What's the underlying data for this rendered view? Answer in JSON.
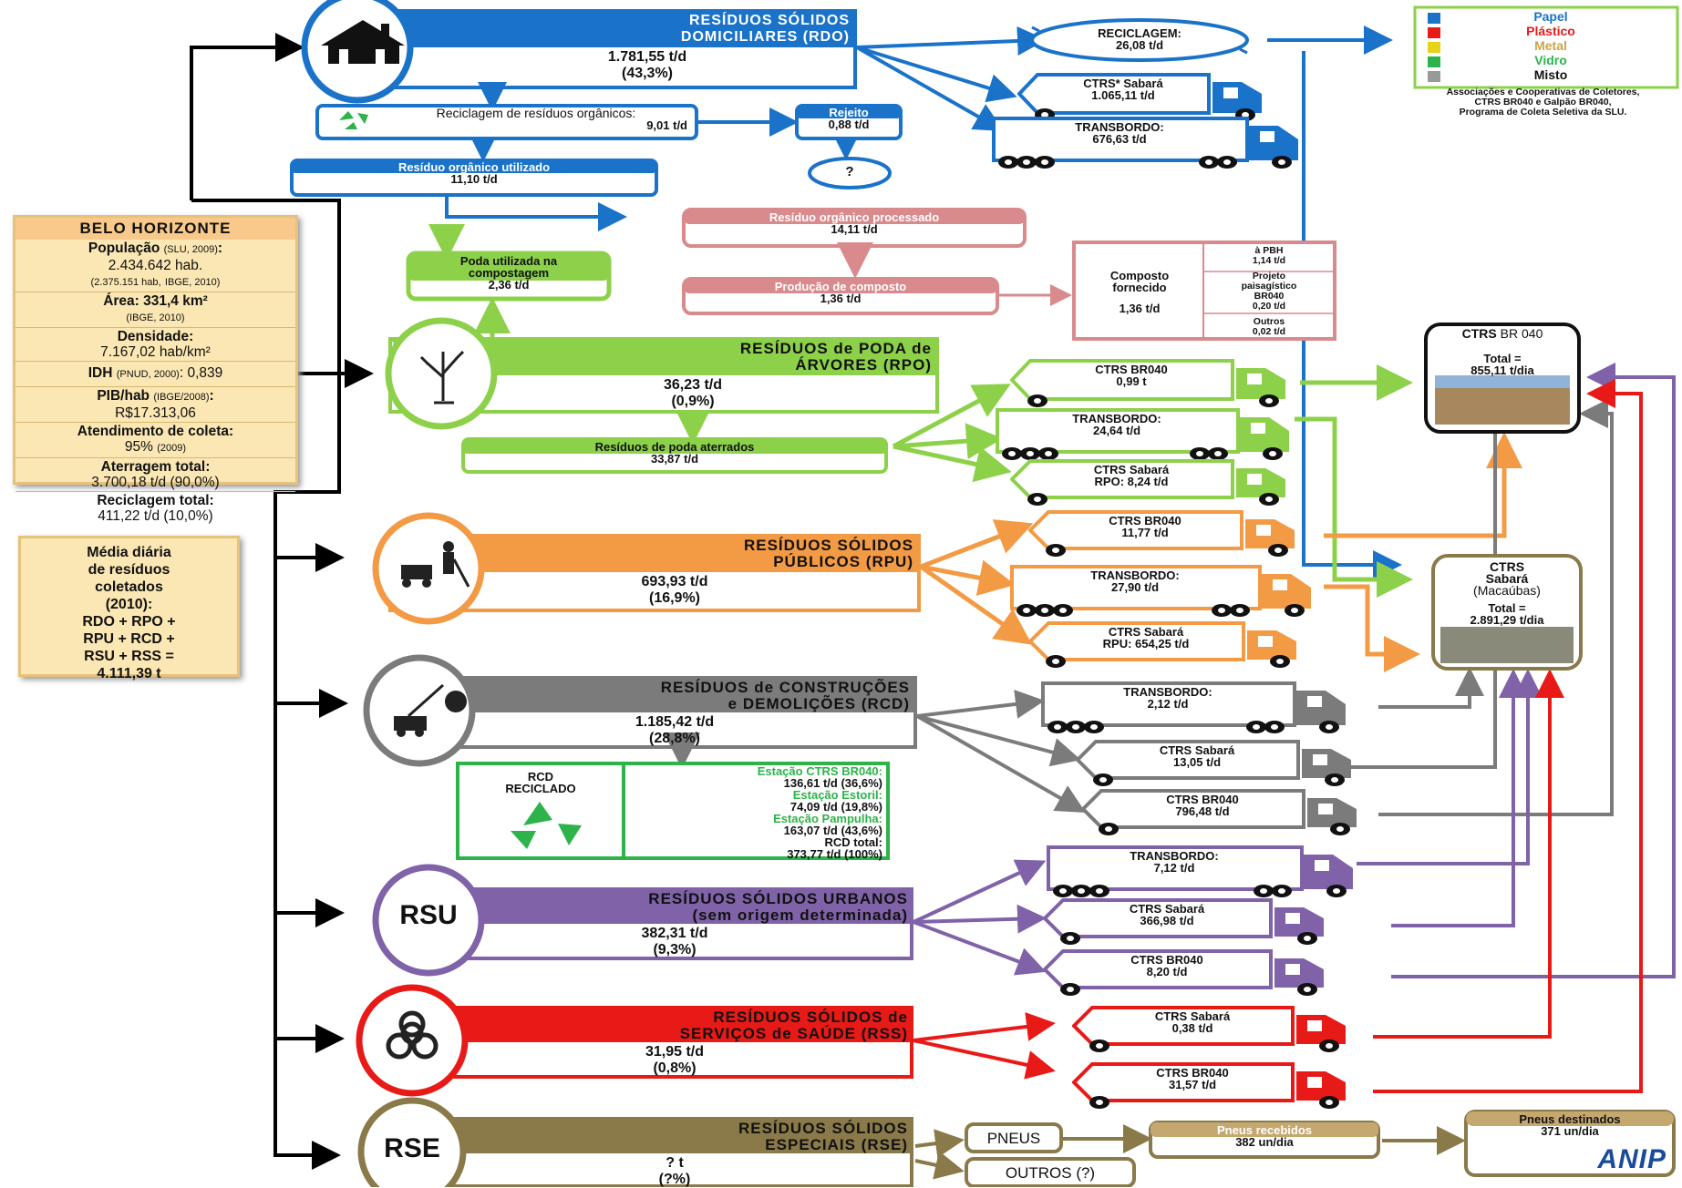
{
  "info": {
    "title": "BELO HORIZONTE",
    "pop_label": "População",
    "pop_src": "(SLU, 2009)",
    "pop_value": "2.434.642 hab.",
    "pop_note": "(2.375.151 hab,",
    "pop_note_src": "IBGE, 2010)",
    "area": "Área: 331,4 km²",
    "area_src": "(IBGE, 2010)",
    "dens_label": "Densidade:",
    "dens_value": "7.167,02 hab/km²",
    "idh_label": "IDH",
    "idh_src": "(PNUD, 2000)",
    "idh_value": ": 0,839",
    "pib_label": "PIB/hab",
    "pib_src": "(IBGE/2008)",
    "pib_value": "R$17.313,06",
    "atend_label": "Atendimento de coleta:",
    "atend_value": "95%",
    "atend_src": "(2009)",
    "aterr_label": "Aterragem total:",
    "aterr_value": "3.700,18 t/d (90,0%)",
    "recic_label": "Reciclagem total:",
    "recic_value": "411,22 t/d (10,0%)"
  },
  "media": {
    "l1": "Média diária",
    "l2": "de resíduos",
    "l3": "coletados",
    "l4": "(2010):",
    "l5": "RDO + RPO +",
    "l6": "RPU + RCD +",
    "l7": "RSU + RSS =",
    "l8": "4.111,39 t"
  },
  "rdo": {
    "t1": "RESÍDUOS SÓLIDOS",
    "t2": "DOMICILIARES (RDO)",
    "v1": "1.781,55 t/d",
    "v2": "(43,3%)"
  },
  "recic_org": {
    "label": "Reciclagem de resíduos orgânicos:",
    "value": "9,01 t/d"
  },
  "rejeito": {
    "label": "Rejeito",
    "value": "0,88 t/d",
    "q": "?"
  },
  "res_org": {
    "label": "Resíduo orgânico utilizado",
    "value": "11,10 t/d"
  },
  "poda_util": {
    "l1": "Poda utilizada na",
    "l2": "compostagem",
    "value": "2,36 t/d"
  },
  "org_proc": {
    "label": "Resíduo orgânico processado",
    "value": "14,11 t/d"
  },
  "prod_comp": {
    "label": "Produção de composto",
    "value": "1,36 t/d"
  },
  "comp_forn": {
    "l1": "Composto",
    "l2": "fornecido",
    "value": "1,36 t/d",
    "a_label": "à PBH",
    "a_value": "1,14 t/d",
    "b_l1": "Projeto",
    "b_l2": "paisagístico",
    "b_l3": "BR040",
    "b_value": "0,20 t/d",
    "c_label": "Outros",
    "c_value": "0,02 t/d"
  },
  "reciclagem": {
    "label": "RECICLAGEM:",
    "value": "26,08 t/d"
  },
  "ctrs_sab_rdo": {
    "label": "CTRS* Sabará",
    "value": "1.065,11 t/d"
  },
  "transb_rdo": {
    "label": "TRANSBORDO:",
    "value": "676,63 t/d"
  },
  "recycle_legend": {
    "papel": "Papel",
    "plastico": "Plástico",
    "metal": "Metal",
    "vidro": "Vidro",
    "misto": "Misto",
    "n1": "Associações e Cooperativas de Coletores,",
    "n2": "CTRS BR040 e Galpão BR040,",
    "n3": "Programa de Coleta Seletiva da SLU."
  },
  "rpo": {
    "t1": "RESÍDUOS de PODA de",
    "t2": "ÁRVORES (RPO)",
    "v1": "36,23 t/d",
    "v2": "(0,9%)"
  },
  "poda_aterr": {
    "label": "Resíduos de poda aterrados",
    "value": "33,87 t/d"
  },
  "rpo_br040": {
    "label": "CTRS BR040",
    "value": "0,99 t"
  },
  "rpo_transb": {
    "label": "TRANSBORDO:",
    "value": "24,64 t/d"
  },
  "rpo_sab": {
    "label": "CTRS Sabará",
    "value": "RPO: 8,24 t/d"
  },
  "ctrs_br040": {
    "title": "CTRS",
    "title2": "BR 040",
    "tl": "Total =",
    "value": "855,11 t/dia"
  },
  "ctrs_sabara": {
    "l1": "CTRS",
    "l2": "Sabará",
    "l3": "(Macaúbas)",
    "tl": "Total =",
    "value": "2.891,29 t/dia"
  },
  "rpu": {
    "t1": "RESÍDUOS SÓLIDOS",
    "t2": "PÚBLICOS (RPU)",
    "v1": "693,93 t/d",
    "v2": "(16,9%)"
  },
  "rpu_br040": {
    "label": "CTRS BR040",
    "value": "11,77 t/d"
  },
  "rpu_transb": {
    "label": "TRANSBORDO:",
    "value": "27,90 t/d"
  },
  "rpu_sab": {
    "label": "CTRS Sabará",
    "value": "RPU: 654,25 t/d"
  },
  "rcd": {
    "t1": "RESÍDUOS de CONSTRUÇÕES",
    "t2": "e DEMOLIÇÕES (RCD)",
    "v1": "1.185,42 t/d",
    "v2": "(28,8%)"
  },
  "rcd_recic": {
    "l1": "RCD",
    "l2": "RECICLADO",
    "e1": "Estação CTRS BR040:",
    "e1v": "136,61 t/d  (36,6%)",
    "e2": "Estação Estoril:",
    "e2v": "74,09 t/d  (19,8%)",
    "e3": "Estação Pampulha:",
    "e3v": "163,07 t/d  (43,6%)",
    "e4": "RCD total:",
    "e4v": "373,77 t/d (100%)"
  },
  "rcd_transb": {
    "label": "TRANSBORDO:",
    "value": "2,12 t/d"
  },
  "rcd_sab": {
    "label": "CTRS Sabará",
    "value": "13,05 t/d"
  },
  "rcd_br040": {
    "label": "CTRS BR040",
    "value": "796,48 t/d"
  },
  "rsu": {
    "icon": "RSU",
    "t1": "RESÍDUOS SÓLIDOS URBANOS",
    "t2": "(sem origem determinada)",
    "v1": "382,31 t/d",
    "v2": "(9,3%)"
  },
  "rsu_transb": {
    "label": "TRANSBORDO:",
    "value": "7,12 t/d"
  },
  "rsu_sab": {
    "label": "CTRS Sabará",
    "value": "366,98 t/d"
  },
  "rsu_br040": {
    "label": "CTRS BR040",
    "value": "8,20 t/d"
  },
  "rss": {
    "t1": "RESÍDUOS SÓLIDOS de",
    "t2": "SERVIÇOS de SAÚDE (RSS)",
    "v1": "31,95 t/d",
    "v2": "(0,8%)"
  },
  "rss_sab": {
    "label": "CTRS Sabará",
    "value": "0,38 t/d"
  },
  "rss_br040": {
    "label": "CTRS BR040",
    "value": "31,57 t/d"
  },
  "rse": {
    "icon": "RSE",
    "t1": "RESÍDUOS SÓLIDOS",
    "t2": "ESPECIAIS (RSE)",
    "v1": "? t",
    "v2": "(?%)"
  },
  "pneus": {
    "label": "PNEUS"
  },
  "outros": {
    "label": "OUTROS (?)"
  },
  "pneus_receb": {
    "label": "Pneus recebidos",
    "value": "382 un/dia"
  },
  "pneus_dest": {
    "label": "Pneus destinados",
    "value": "371 un/dia",
    "logo": "ANIP"
  },
  "colors": {
    "blue": "#1a73c9",
    "green": "#8dd14a",
    "orange": "#f39a45",
    "gray": "#7b7b7b",
    "purple": "#7f62a8",
    "red": "#e81a17",
    "olive": "#8a7a4a",
    "pink": "#d98a8d"
  }
}
